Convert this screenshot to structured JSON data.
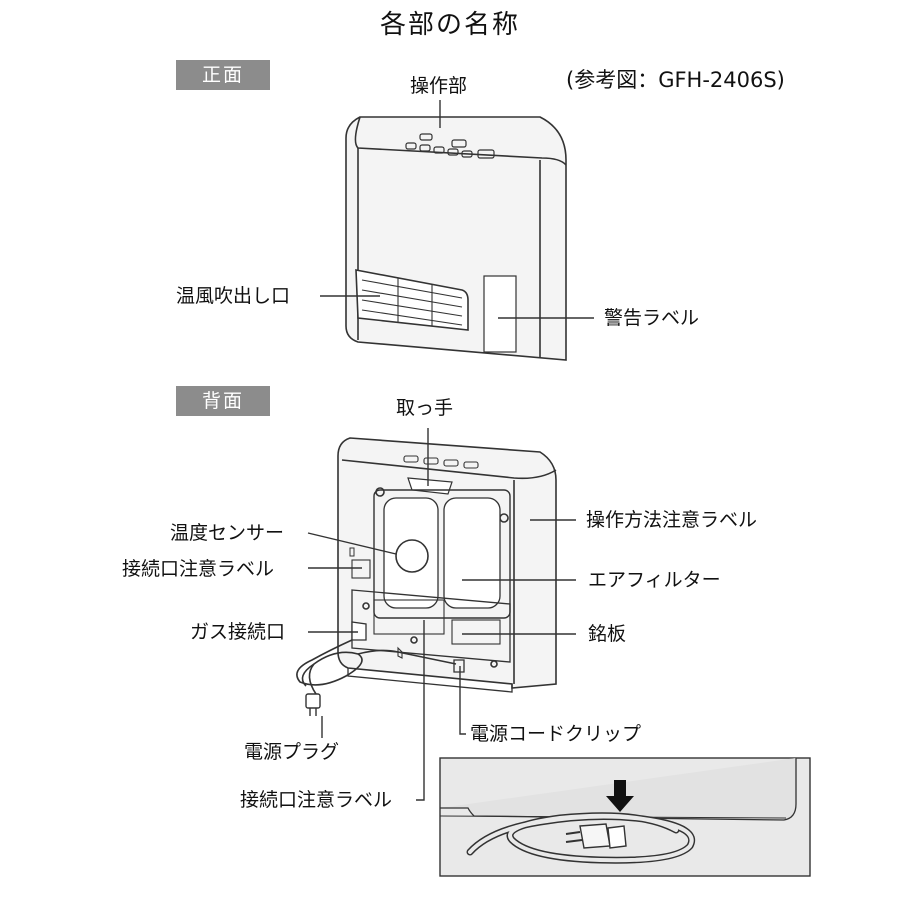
{
  "title": "各部の名称",
  "reference": "(参考図：GFH-2406S)",
  "sections": {
    "front": "正面",
    "back": "背面"
  },
  "labels": {
    "control_panel": "操作部",
    "warm_air_outlet": "温風吹出し口",
    "warning_label": "警告ラベル",
    "handle": "取っ手",
    "temp_sensor": "温度センサー",
    "connection_caution_label_1": "接続口注意ラベル",
    "gas_connection": "ガス接続口",
    "power_plug": "電源プラグ",
    "connection_caution_label_2": "接続口注意ラベル",
    "operation_caution_label": "操作方法注意ラベル",
    "air_filter": "エアフィルター",
    "nameplate": "銘板",
    "power_cord_clip": "電源コードクリップ"
  },
  "colors": {
    "badge_bg": "#8c8c8c",
    "line": "#333333",
    "body_fill": "#f4f4f4",
    "inset_bg": "#e9e9e9"
  }
}
